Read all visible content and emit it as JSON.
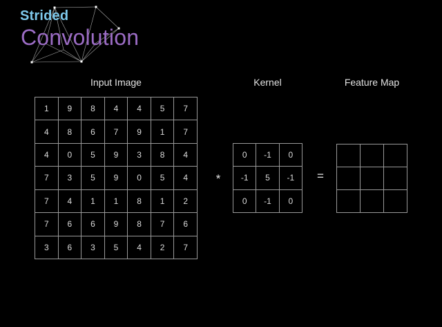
{
  "slide": {
    "background_color": "#000000",
    "title": {
      "line1": "Strided",
      "line1_color": "#7ec9ec",
      "line2": "Convolution",
      "line2_color": "#9b6cc4"
    },
    "decoration": {
      "name": "polygon-line-art",
      "stroke_color": "#c9c9c9",
      "vertex_color": "#ffffff"
    }
  },
  "sections": {
    "input": {
      "label": "Input Image",
      "rows": 7,
      "cols": 7,
      "values": [
        [
          1,
          9,
          8,
          4,
          4,
          5,
          7
        ],
        [
          4,
          8,
          6,
          7,
          9,
          1,
          7
        ],
        [
          4,
          0,
          5,
          9,
          3,
          8,
          4
        ],
        [
          7,
          3,
          5,
          9,
          0,
          5,
          4
        ],
        [
          7,
          4,
          1,
          1,
          8,
          1,
          2
        ],
        [
          7,
          6,
          6,
          9,
          8,
          7,
          6
        ],
        [
          3,
          6,
          3,
          5,
          4,
          2,
          7
        ]
      ]
    },
    "kernel": {
      "label": "Kernel",
      "rows": 3,
      "cols": 3,
      "values": [
        [
          0,
          -1,
          0
        ],
        [
          -1,
          5,
          -1
        ],
        [
          0,
          -1,
          0
        ]
      ]
    },
    "feature_map": {
      "label": "Feature Map",
      "rows": 3,
      "cols": 3,
      "values": [
        [
          "",
          "",
          ""
        ],
        [
          "",
          "",
          ""
        ],
        [
          "",
          "",
          ""
        ]
      ]
    }
  },
  "operators": {
    "convolve": "*",
    "equals": "="
  },
  "style": {
    "grid_line_color": "#9a9a9a",
    "cell_text_color": "#dcdcdc",
    "label_color": "#e2e2e2"
  }
}
